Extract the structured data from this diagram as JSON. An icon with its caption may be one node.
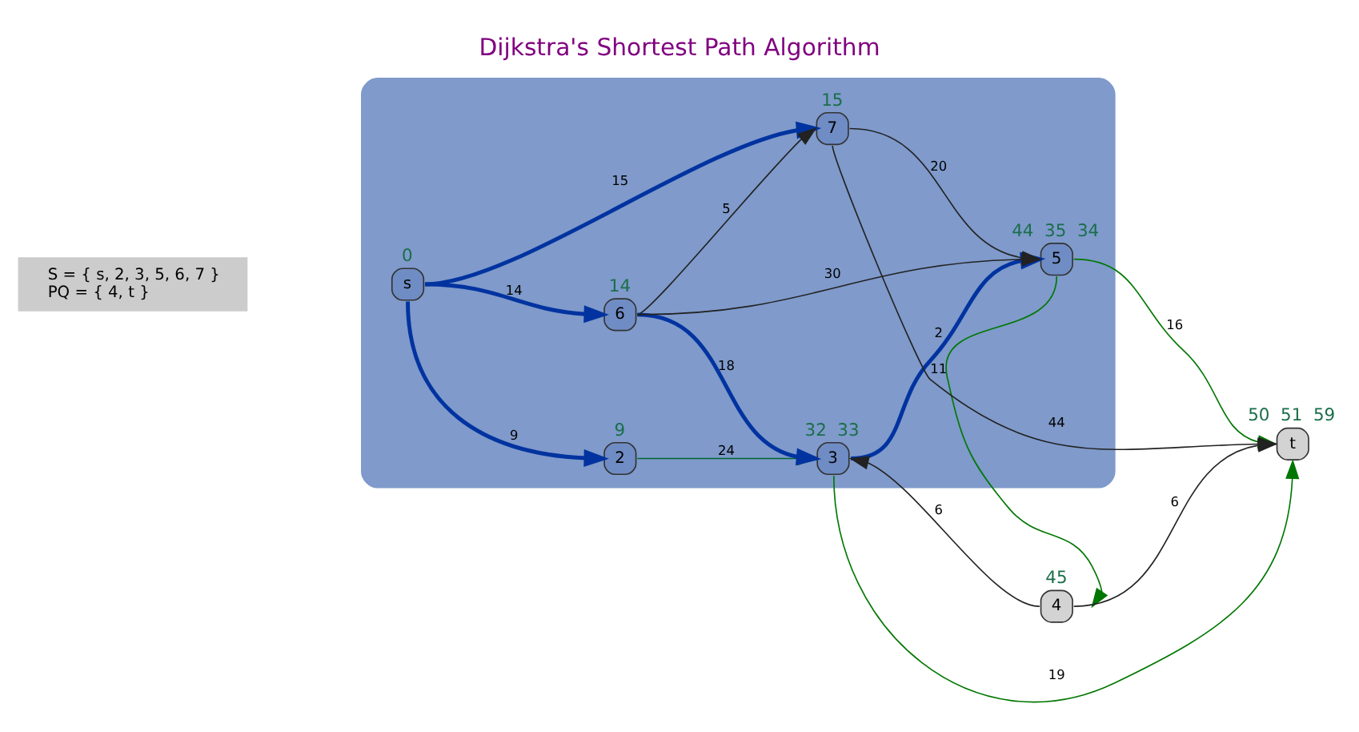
{
  "diagram": {
    "title": "Dijkstra's Shortest Path Algorithm",
    "nodes": [
      {
        "text": [
          "S = { s, 2, 3, 5, 6, 7 }",
          "PQ = { 4, t }"
        ]
      },
      {
        "text": [],
        "shape": "cloud"
      },
      {
        "text": [
          "s"
        ],
        "in": 1,
        "beside": [
          "0"
        ]
      },
      {
        "text": [
          "2"
        ],
        "in": 1,
        "beside": [
          "9"
        ]
      },
      {
        "text": [
          "3"
        ],
        "in": 1,
        "beside": [
          "32",
          "33"
        ]
      },
      {
        "text": [
          "5"
        ],
        "in": 1,
        "beside": [
          "44",
          "35",
          "34"
        ]
      },
      {
        "text": [
          "6"
        ],
        "in": 1,
        "beside": [
          "14"
        ]
      },
      {
        "text": [
          "7"
        ],
        "in": 1,
        "beside": [
          "15"
        ]
      },
      {
        "text": [
          "4"
        ],
        "beside": [
          "45"
        ]
      },
      {
        "text": [
          "t"
        ],
        "beside": [
          "50",
          "51",
          "59"
        ]
      }
    ],
    "edges": [
      {
        "from": 2,
        "to": 3,
        "arrow": "to",
        "label": "9",
        "style": "thick",
        "color": "#0033a0"
      },
      {
        "from": 2,
        "to": 6,
        "arrow": "to",
        "label": "14",
        "style": "thick",
        "color": "#0033a0"
      },
      {
        "from": 2,
        "to": 7,
        "arrow": "to",
        "label": "15",
        "style": "thick",
        "color": "#0033a0"
      },
      {
        "from": 3,
        "to": 4,
        "arrow": "to",
        "label": "24",
        "color": "#006633"
      },
      {
        "from": 6,
        "to": 4,
        "arrow": "to",
        "label": "18",
        "style": "thick",
        "color": "#0033a0"
      },
      {
        "from": 4,
        "to": 5,
        "arrow": "to",
        "label": "2",
        "style": "thick",
        "color": "#0033a0"
      },
      {
        "from": 6,
        "to": 5,
        "arrow": "to",
        "label": "30"
      },
      {
        "from": 6,
        "to": 7,
        "arrow": "to",
        "label": "5"
      },
      {
        "from": 7,
        "to": 5,
        "arrow": "to",
        "label": "20"
      },
      {
        "from": 5,
        "to": 8,
        "arrow": "to",
        "label": "11",
        "color": "#007700"
      },
      {
        "from": 5,
        "to": 9,
        "arrow": "to",
        "label": "16",
        "color": "#007700"
      },
      {
        "from": 8,
        "to": 4,
        "arrow": "to",
        "label": "6"
      },
      {
        "from": 8,
        "to": 9,
        "arrow": "to",
        "label": "6"
      },
      {
        "from": 4,
        "to": 9,
        "arrow": "to",
        "label": "19",
        "color": "#007700"
      },
      {
        "from": 7,
        "to": 9,
        "arrow": "to",
        "label": "44"
      }
    ]
  }
}
